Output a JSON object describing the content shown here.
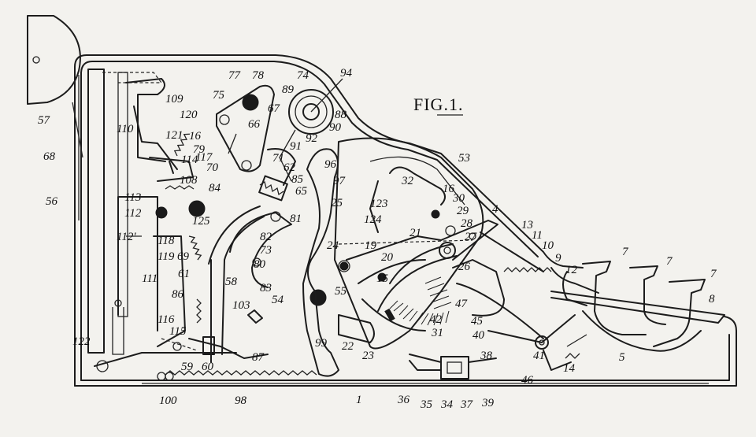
{
  "figure": {
    "title": "FIG.1.",
    "reference_numerals": [
      {
        "id": "n57",
        "text": "57"
      },
      {
        "id": "n68",
        "text": "68"
      },
      {
        "id": "n56",
        "text": "56"
      },
      {
        "id": "n109",
        "text": "109"
      },
      {
        "id": "n110",
        "text": "110"
      },
      {
        "id": "n120",
        "text": "120"
      },
      {
        "id": "n121",
        "text": "121"
      },
      {
        "id": "n114",
        "text": "114"
      },
      {
        "id": "n113",
        "text": "113"
      },
      {
        "id": "n112",
        "text": "112"
      },
      {
        "id": "n112p",
        "text": "112'"
      },
      {
        "id": "n118",
        "text": "118"
      },
      {
        "id": "n119",
        "text": "119"
      },
      {
        "id": "n111",
        "text": "111"
      },
      {
        "id": "n122",
        "text": "122"
      },
      {
        "id": "n116",
        "text": "116"
      },
      {
        "id": "n115",
        "text": "115"
      },
      {
        "id": "n59",
        "text": "59"
      },
      {
        "id": "n60",
        "text": "60"
      },
      {
        "id": "n100",
        "text": "100"
      },
      {
        "id": "n98",
        "text": "98"
      },
      {
        "id": "n77",
        "text": "77"
      },
      {
        "id": "n78",
        "text": "78"
      },
      {
        "id": "n75",
        "text": "75"
      },
      {
        "id": "n16a",
        "text": "16"
      },
      {
        "id": "n79",
        "text": "79"
      },
      {
        "id": "n117",
        "text": "117"
      },
      {
        "id": "n70",
        "text": "70"
      },
      {
        "id": "n108",
        "text": "108"
      },
      {
        "id": "n84",
        "text": "84"
      },
      {
        "id": "n125",
        "text": "125"
      },
      {
        "id": "n69",
        "text": "69"
      },
      {
        "id": "n61",
        "text": "61"
      },
      {
        "id": "n58",
        "text": "58"
      },
      {
        "id": "n86",
        "text": "86"
      },
      {
        "id": "n66",
        "text": "66"
      },
      {
        "id": "n67",
        "text": "67"
      },
      {
        "id": "n89",
        "text": "89"
      },
      {
        "id": "n74",
        "text": "74"
      },
      {
        "id": "n94",
        "text": "94"
      },
      {
        "id": "n88",
        "text": "88"
      },
      {
        "id": "n90",
        "text": "90"
      },
      {
        "id": "n92",
        "text": "92"
      },
      {
        "id": "n91",
        "text": "91"
      },
      {
        "id": "n71",
        "text": "71"
      },
      {
        "id": "n62",
        "text": "62"
      },
      {
        "id": "n85",
        "text": "85"
      },
      {
        "id": "n65",
        "text": "65"
      },
      {
        "id": "n81",
        "text": "81"
      },
      {
        "id": "n82",
        "text": "82"
      },
      {
        "id": "n73",
        "text": "73"
      },
      {
        "id": "n80",
        "text": "80"
      },
      {
        "id": "n83",
        "text": "83"
      },
      {
        "id": "n54",
        "text": "54"
      },
      {
        "id": "n103",
        "text": "103"
      },
      {
        "id": "n87",
        "text": "87"
      },
      {
        "id": "n96",
        "text": "96"
      },
      {
        "id": "n97",
        "text": "97"
      },
      {
        "id": "n25",
        "text": "25"
      },
      {
        "id": "n24",
        "text": "24"
      },
      {
        "id": "n55",
        "text": "55"
      },
      {
        "id": "n99",
        "text": "99"
      },
      {
        "id": "n22",
        "text": "22"
      },
      {
        "id": "n23",
        "text": "23"
      },
      {
        "id": "n32",
        "text": "32"
      },
      {
        "id": "n123",
        "text": "123"
      },
      {
        "id": "n124",
        "text": "124"
      },
      {
        "id": "n21",
        "text": "21"
      },
      {
        "id": "n19",
        "text": "19"
      },
      {
        "id": "n20",
        "text": "20"
      },
      {
        "id": "n15",
        "text": "15"
      },
      {
        "id": "n16b",
        "text": "16"
      },
      {
        "id": "n30",
        "text": "30"
      },
      {
        "id": "n29",
        "text": "29"
      },
      {
        "id": "n28",
        "text": "28"
      },
      {
        "id": "n27",
        "text": "27"
      },
      {
        "id": "n26",
        "text": "26"
      },
      {
        "id": "n47",
        "text": "47"
      },
      {
        "id": "n42",
        "text": "42"
      },
      {
        "id": "n31",
        "text": "31"
      },
      {
        "id": "n45",
        "text": "45"
      },
      {
        "id": "n40",
        "text": "40"
      },
      {
        "id": "n53",
        "text": "53"
      },
      {
        "id": "n4",
        "text": "4"
      },
      {
        "id": "n13",
        "text": "13"
      },
      {
        "id": "n11",
        "text": "11"
      },
      {
        "id": "n10",
        "text": "10"
      },
      {
        "id": "n9",
        "text": "9"
      },
      {
        "id": "n12",
        "text": "12"
      },
      {
        "id": "n7a",
        "text": "7"
      },
      {
        "id": "n7b",
        "text": "7"
      },
      {
        "id": "n7c",
        "text": "7"
      },
      {
        "id": "n8",
        "text": "8"
      },
      {
        "id": "n5",
        "text": "5"
      },
      {
        "id": "n14",
        "text": "14"
      },
      {
        "id": "n41",
        "text": "41"
      },
      {
        "id": "n46",
        "text": "46"
      },
      {
        "id": "n38",
        "text": "38"
      },
      {
        "id": "n36",
        "text": "36"
      },
      {
        "id": "n35",
        "text": "35"
      },
      {
        "id": "n34",
        "text": "34"
      },
      {
        "id": "n37",
        "text": "37"
      },
      {
        "id": "n39",
        "text": "39"
      },
      {
        "id": "n1",
        "text": "1"
      }
    ]
  }
}
